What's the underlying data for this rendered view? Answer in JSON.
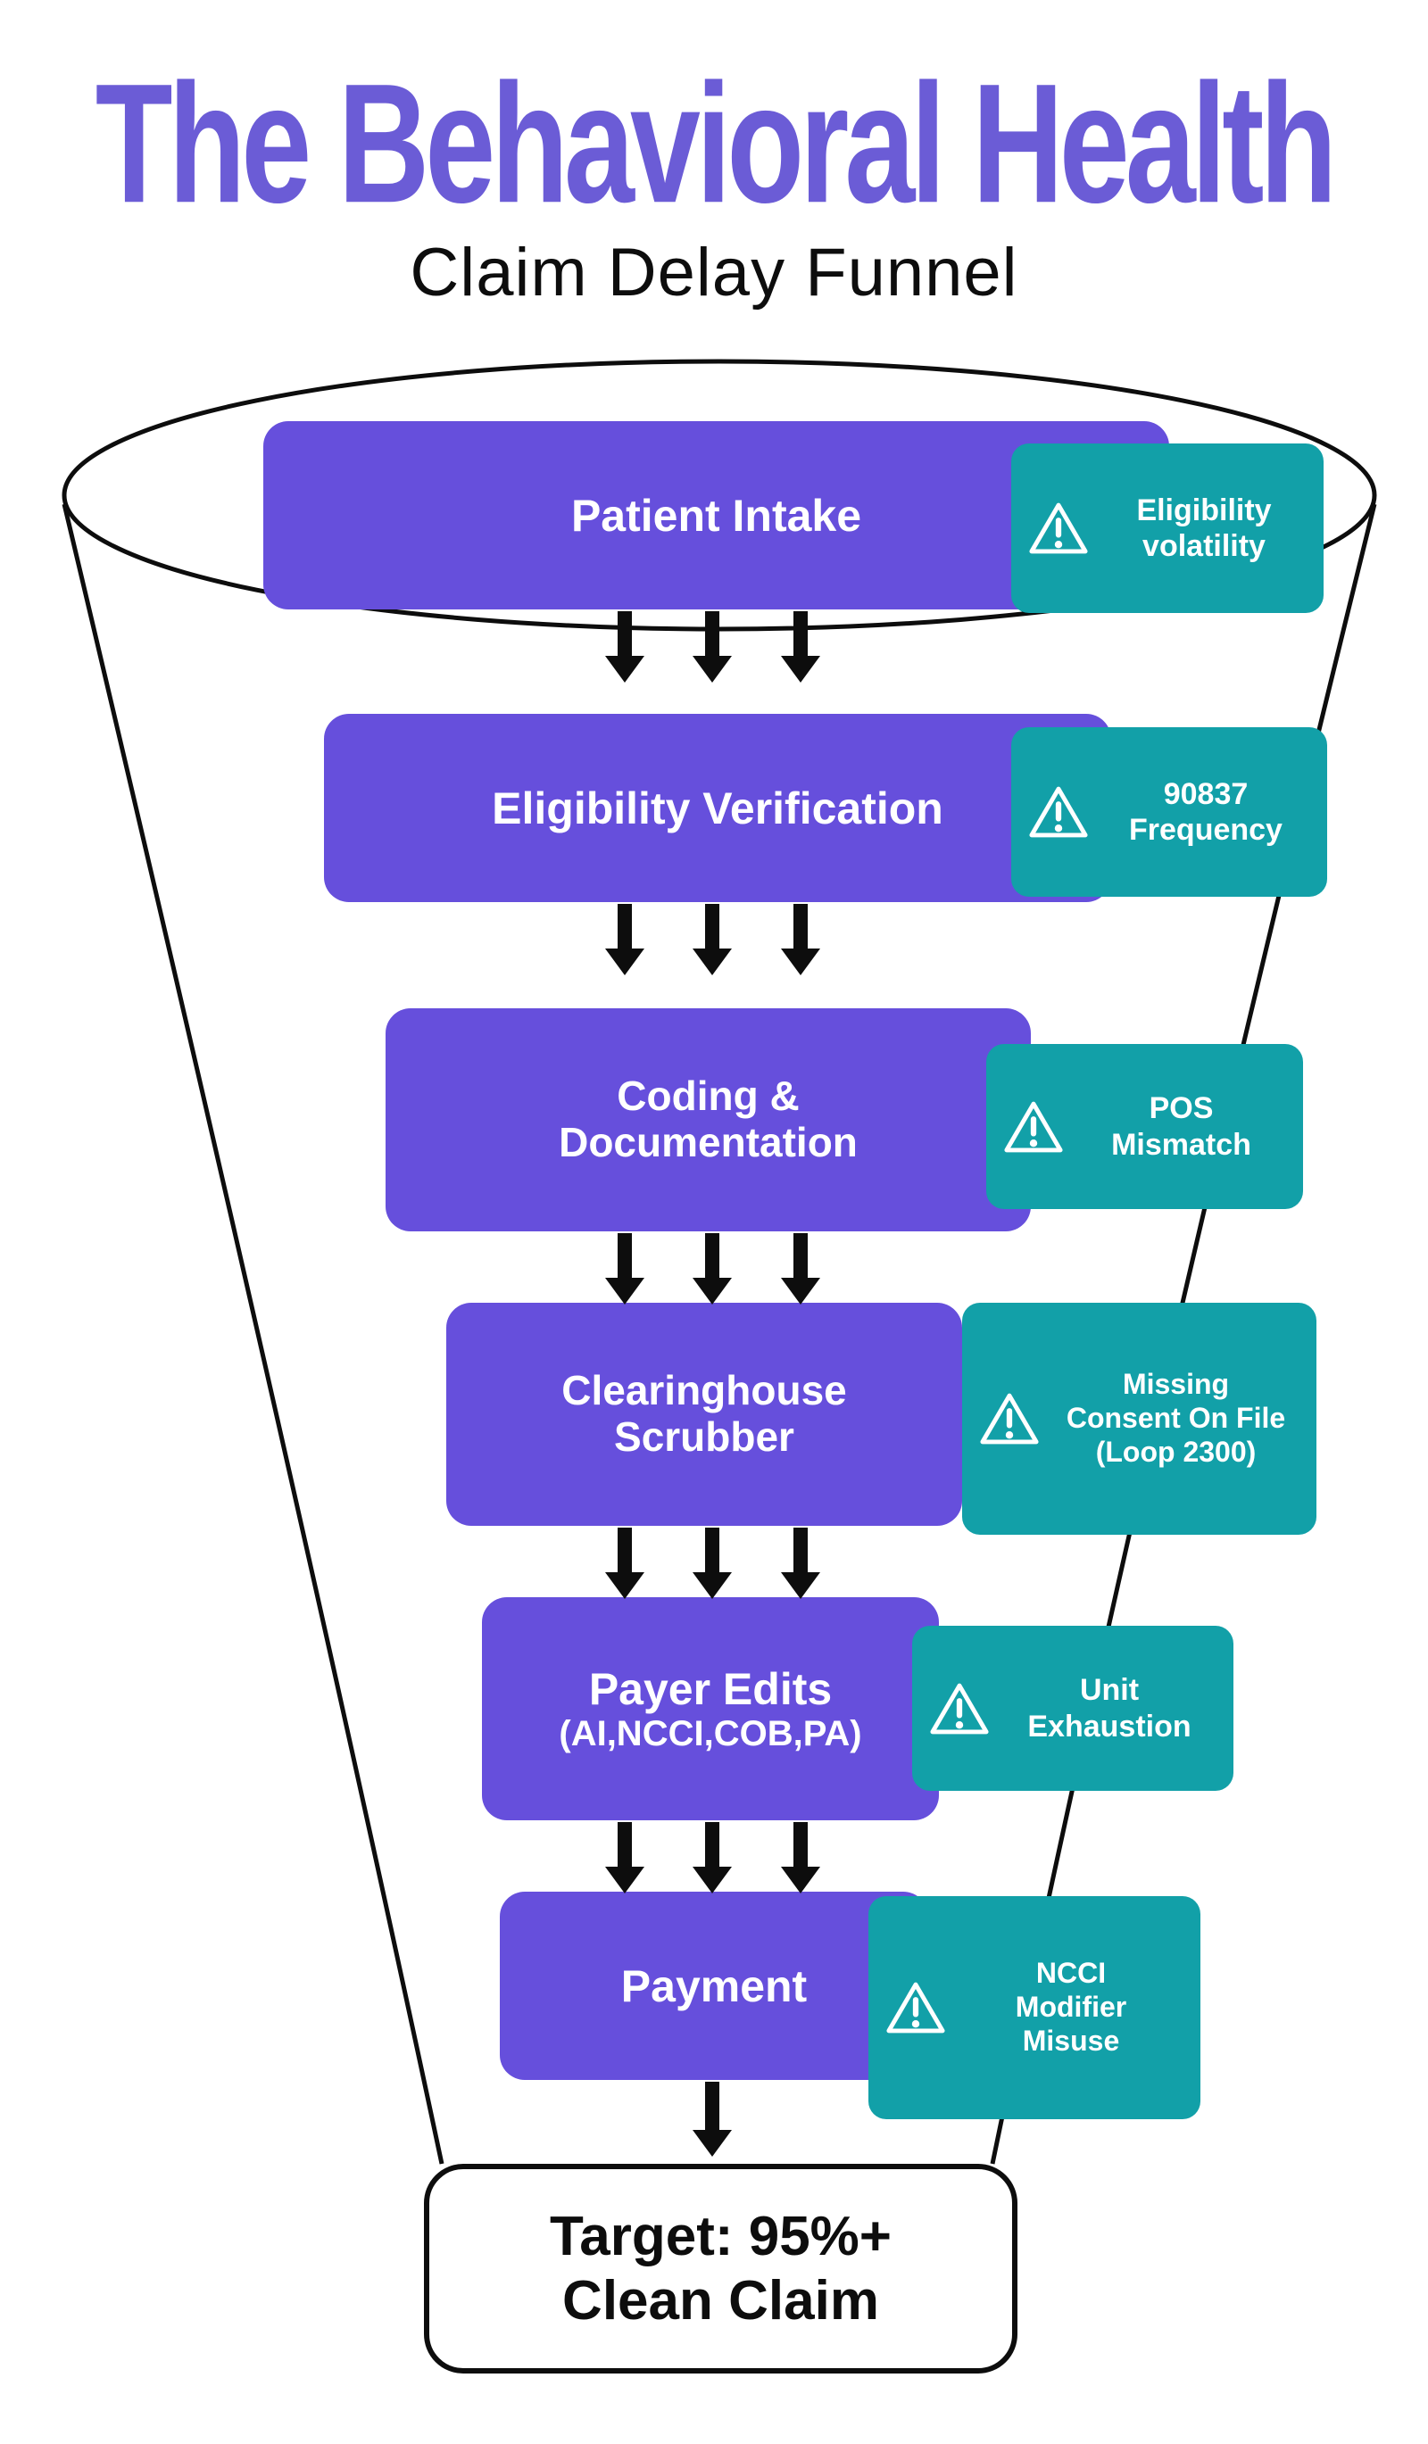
{
  "title": "The Behavioral Health",
  "subtitle": "Claim Delay Funnel",
  "colors": {
    "box_purple": "#664FDC",
    "badge_teal": "#12A0A8",
    "title_purple": "#6B5CD6",
    "line_black": "#0D0D0D"
  },
  "icons": {
    "warning": "warning-triangle-icon"
  },
  "stages": [
    {
      "label_lines": [
        "Patient Intake"
      ],
      "warning_lines": [
        "Eligibility",
        "volatility"
      ]
    },
    {
      "label_lines": [
        "Eligibility Verification"
      ],
      "warning_lines": [
        "90837",
        "Frequency"
      ]
    },
    {
      "label_lines": [
        "Coding &",
        "Documentation"
      ],
      "warning_lines": [
        "POS",
        "Mismatch"
      ]
    },
    {
      "label_lines": [
        "Clearinghouse",
        "Scrubber"
      ],
      "warning_lines": [
        "Missing",
        "Consent On File",
        "(Loop 2300)"
      ]
    },
    {
      "label_lines": [
        "Payer Edits",
        "(AI,NCCI,COB,PA)"
      ],
      "warning_lines": [
        "Unit",
        "Exhaustion"
      ]
    },
    {
      "label_lines": [
        "Payment"
      ],
      "warning_lines": [
        "NCCI",
        "Modifier",
        "Misuse"
      ]
    }
  ],
  "target": {
    "lines": [
      "Target: 95%+",
      "Clean Claim"
    ]
  }
}
